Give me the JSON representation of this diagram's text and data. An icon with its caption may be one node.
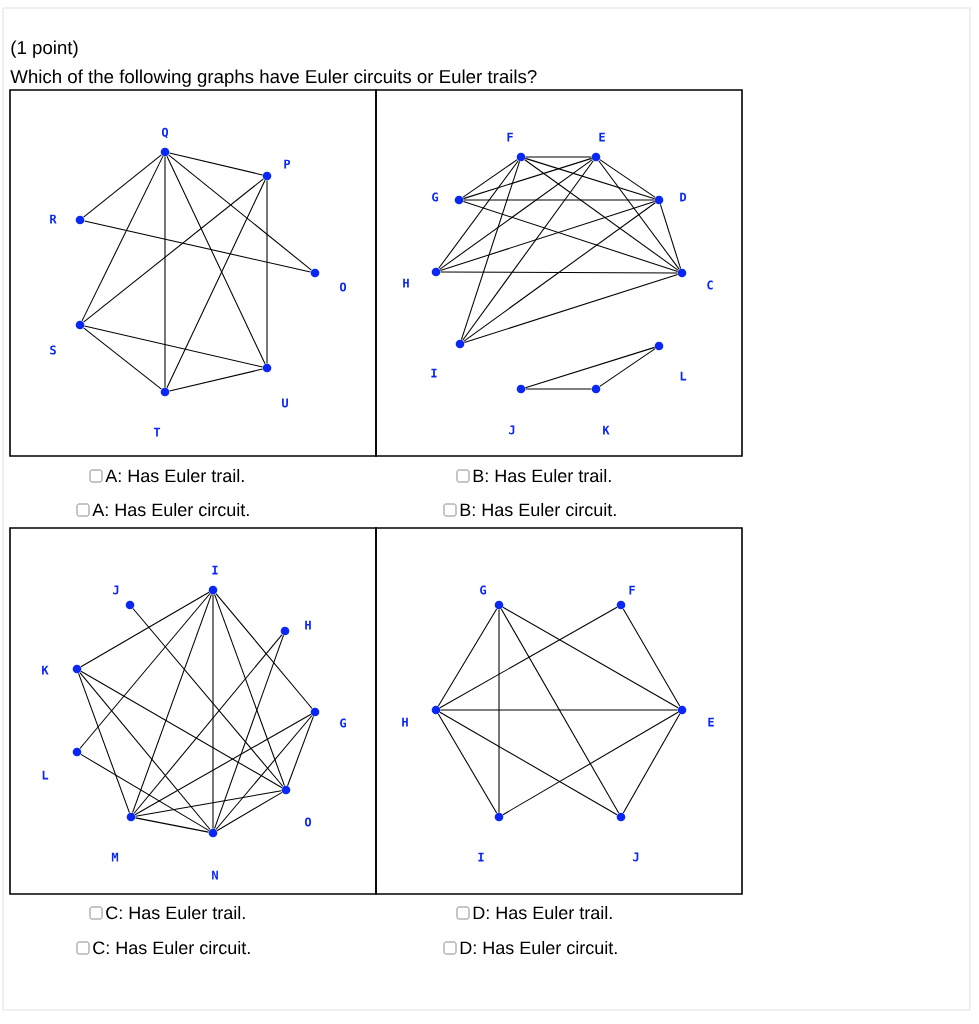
{
  "diagram": {
    "nodes": [
      {
        "text": [],
        "shape": "circle",
        "beside": [
          "Q"
        ]
      },
      {
        "text": [],
        "shape": "circle",
        "beside": [
          "P"
        ]
      },
      {
        "text": [],
        "shape": "circle",
        "beside": [
          "R"
        ]
      },
      {
        "text": [],
        "shape": "circle",
        "beside": [
          "O"
        ]
      },
      {
        "text": [],
        "shape": "circle",
        "beside": [
          "S"
        ]
      },
      {
        "text": [],
        "shape": "circle",
        "beside": [
          "U"
        ]
      },
      {
        "text": [],
        "shape": "circle",
        "beside": [
          "T"
        ]
      },
      {
        "text": [],
        "shape": "circle",
        "beside": [
          "F"
        ]
      },
      {
        "text": [],
        "shape": "circle",
        "beside": [
          "E"
        ]
      },
      {
        "text": [],
        "shape": "circle",
        "beside": [
          "G"
        ]
      },
      {
        "text": [],
        "shape": "circle",
        "beside": [
          "D"
        ]
      },
      {
        "text": [],
        "shape": "circle",
        "beside": [
          "H"
        ]
      },
      {
        "text": [],
        "shape": "circle",
        "beside": [
          "C"
        ]
      },
      {
        "text": [],
        "shape": "circle",
        "beside": [
          "I"
        ]
      },
      {
        "text": [],
        "shape": "circle",
        "beside": [
          "L"
        ]
      },
      {
        "text": [],
        "shape": "circle",
        "beside": [
          "J"
        ]
      },
      {
        "text": [],
        "shape": "circle",
        "beside": [
          "K"
        ]
      },
      {
        "text": [],
        "shape": "circle",
        "beside": [
          "I"
        ]
      },
      {
        "text": [],
        "shape": "circle",
        "beside": [
          "J"
        ]
      },
      {
        "text": [],
        "shape": "circle",
        "beside": [
          "H"
        ]
      },
      {
        "text": [],
        "shape": "circle",
        "beside": [
          "K"
        ]
      },
      {
        "text": [],
        "shape": "circle",
        "beside": [
          "G"
        ]
      },
      {
        "text": [],
        "shape": "circle",
        "beside": [
          "L"
        ]
      },
      {
        "text": [],
        "shape": "circle",
        "beside": [
          "O"
        ]
      },
      {
        "text": [],
        "shape": "circle",
        "beside": [
          "M"
        ]
      },
      {
        "text": [],
        "shape": "circle",
        "beside": [
          "N"
        ]
      },
      {
        "text": [],
        "shape": "circle",
        "beside": [
          "G"
        ]
      },
      {
        "text": [],
        "shape": "circle",
        "beside": [
          "F"
        ]
      },
      {
        "text": [],
        "shape": "circle",
        "beside": [
          "H"
        ]
      },
      {
        "text": [],
        "shape": "circle",
        "beside": [
          "E"
        ]
      },
      {
        "text": [],
        "shape": "circle",
        "beside": [
          "I"
        ]
      },
      {
        "text": [],
        "shape": "circle",
        "beside": [
          "J"
        ]
      }
    ],
    "edges": [
      {
        "from": 0,
        "to": 1,
        "arrow": "none"
      },
      {
        "from": 0,
        "to": 2,
        "arrow": "none"
      },
      {
        "from": 0,
        "to": 4,
        "arrow": "none"
      },
      {
        "from": 0,
        "to": 6,
        "arrow": "none"
      },
      {
        "from": 0,
        "to": 5,
        "arrow": "none"
      },
      {
        "from": 0,
        "to": 3,
        "arrow": "none"
      },
      {
        "from": 2,
        "to": 3,
        "arrow": "none"
      },
      {
        "from": 1,
        "to": 4,
        "arrow": "none"
      },
      {
        "from": 1,
        "to": 6,
        "arrow": "none"
      },
      {
        "from": 1,
        "to": 5,
        "arrow": "none"
      },
      {
        "from": 4,
        "to": 5,
        "arrow": "none"
      },
      {
        "from": 4,
        "to": 6,
        "arrow": "none"
      },
      {
        "from": 6,
        "to": 5,
        "arrow": "none"
      },
      {
        "from": 7,
        "to": 8,
        "arrow": "none"
      },
      {
        "from": 7,
        "to": 9,
        "arrow": "none"
      },
      {
        "from": 7,
        "to": 11,
        "arrow": "none"
      },
      {
        "from": 7,
        "to": 13,
        "arrow": "none"
      },
      {
        "from": 7,
        "to": 10,
        "arrow": "none"
      },
      {
        "from": 7,
        "to": 12,
        "arrow": "none"
      },
      {
        "from": 8,
        "to": 9,
        "arrow": "none"
      },
      {
        "from": 8,
        "to": 11,
        "arrow": "none"
      },
      {
        "from": 8,
        "to": 13,
        "arrow": "none"
      },
      {
        "from": 8,
        "to": 10,
        "arrow": "none"
      },
      {
        "from": 8,
        "to": 12,
        "arrow": "none"
      },
      {
        "from": 9,
        "to": 10,
        "arrow": "none"
      },
      {
        "from": 9,
        "to": 12,
        "arrow": "none"
      },
      {
        "from": 11,
        "to": 10,
        "arrow": "none"
      },
      {
        "from": 11,
        "to": 12,
        "arrow": "none"
      },
      {
        "from": 13,
        "to": 10,
        "arrow": "none"
      },
      {
        "from": 13,
        "to": 12,
        "arrow": "none"
      },
      {
        "from": 10,
        "to": 12,
        "arrow": "none"
      },
      {
        "from": 15,
        "to": 16,
        "arrow": "none"
      },
      {
        "from": 15,
        "to": 14,
        "arrow": "none"
      },
      {
        "from": 16,
        "to": 14,
        "arrow": "none"
      },
      {
        "from": 17,
        "to": 20,
        "arrow": "none"
      },
      {
        "from": 17,
        "to": 22,
        "arrow": "none"
      },
      {
        "from": 17,
        "to": 24,
        "arrow": "none"
      },
      {
        "from": 17,
        "to": 25,
        "arrow": "none"
      },
      {
        "from": 17,
        "to": 23,
        "arrow": "none"
      },
      {
        "from": 17,
        "to": 21,
        "arrow": "none"
      },
      {
        "from": 18,
        "to": 23,
        "arrow": "none"
      },
      {
        "from": 19,
        "to": 24,
        "arrow": "none"
      },
      {
        "from": 19,
        "to": 25,
        "arrow": "none"
      },
      {
        "from": 20,
        "to": 24,
        "arrow": "none"
      },
      {
        "from": 20,
        "to": 25,
        "arrow": "none"
      },
      {
        "from": 20,
        "to": 23,
        "arrow": "none"
      },
      {
        "from": 22,
        "to": 25,
        "arrow": "none"
      },
      {
        "from": 21,
        "to": 24,
        "arrow": "none"
      },
      {
        "from": 21,
        "to": 25,
        "arrow": "none"
      },
      {
        "from": 21,
        "to": 23,
        "arrow": "none"
      },
      {
        "from": 24,
        "to": 25,
        "arrow": "none"
      },
      {
        "from": 24,
        "to": 23,
        "arrow": "none"
      },
      {
        "from": 25,
        "to": 23,
        "arrow": "none"
      },
      {
        "from": 26,
        "to": 28,
        "arrow": "none"
      },
      {
        "from": 26,
        "to": 30,
        "arrow": "none"
      },
      {
        "from": 26,
        "to": 29,
        "arrow": "none"
      },
      {
        "from": 26,
        "to": 31,
        "arrow": "none"
      },
      {
        "from": 27,
        "to": 28,
        "arrow": "none"
      },
      {
        "from": 27,
        "to": 29,
        "arrow": "none"
      },
      {
        "from": 28,
        "to": 29,
        "arrow": "none"
      },
      {
        "from": 28,
        "to": 30,
        "arrow": "none"
      },
      {
        "from": 28,
        "to": 31,
        "arrow": "none"
      },
      {
        "from": 29,
        "to": 30,
        "arrow": "none"
      },
      {
        "from": 29,
        "to": 31,
        "arrow": "none"
      }
    ],
    "labels": [
      "(1 point)",
      "Which of the following graphs have Euler circuits or Euler trails?",
      "A: Has Euler trail.",
      "B: Has Euler trail.",
      "A: Has Euler circuit.",
      "B: Has Euler circuit.",
      "C: Has Euler trail.",
      "D: Has Euler trail.",
      "C: Has Euler circuit.",
      "D: Has Euler circuit."
    ]
  }
}
